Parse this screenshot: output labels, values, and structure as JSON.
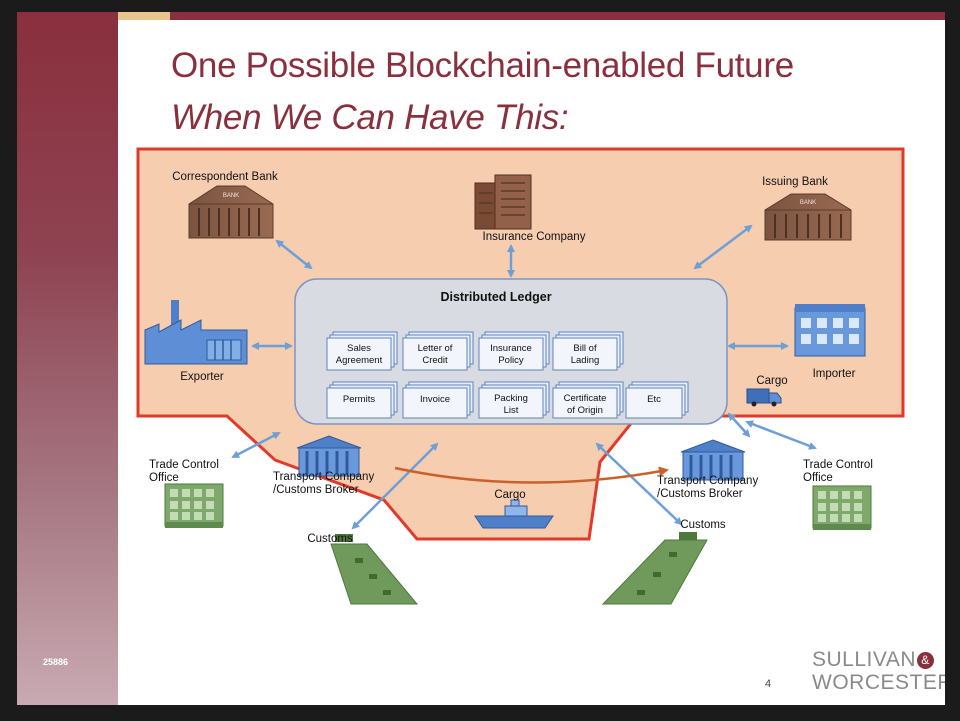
{
  "slide": {
    "id": "25886",
    "title": "One Possible Blockchain-enabled Future",
    "subtitle": "When We Can Have This:",
    "page_number": "4",
    "logo_line1": "SULLIVAN",
    "logo_amp": "&",
    "logo_line2": "WORCESTER"
  },
  "colors": {
    "brand": "#8a2f3d",
    "region_fill": "#f7cdb0",
    "region_border": "#e03a2a",
    "ledger_fill": "#d9dbe2",
    "arrow": "#6e9fd6",
    "cargo_arrow": "#c8622a"
  },
  "diagram": {
    "ledger_title": "Distributed Ledger",
    "documents_row1": [
      [
        "Sales",
        "Agreement"
      ],
      [
        "Letter of",
        "Credit"
      ],
      [
        "Insurance",
        "Policy"
      ],
      [
        "Bill of",
        "Lading"
      ]
    ],
    "documents_row2": [
      [
        "Permits"
      ],
      [
        "Invoice"
      ],
      [
        "Packing",
        "List"
      ],
      [
        "Certificate",
        "of Origin"
      ],
      [
        "Etc"
      ]
    ],
    "nodes": {
      "correspondent_bank": "Correspondent Bank",
      "insurance_company": "Insurance Company",
      "issuing_bank": "Issuing Bank",
      "exporter": "Exporter",
      "importer": "Importer",
      "cargo_truck": "Cargo",
      "trade_control_left": [
        "Trade Control",
        "Office"
      ],
      "trade_control_right": [
        "Trade Control",
        "Office"
      ],
      "transport_left": [
        "Transport Company",
        "/Customs Broker"
      ],
      "transport_right": [
        "Transport Company",
        "/Customs Broker"
      ],
      "cargo_ship": "Cargo",
      "customs_left": "Customs",
      "customs_right": "Customs",
      "bank_sign": "BANK"
    },
    "icons": [
      "bank-icon",
      "office-tower-icon",
      "factory-icon",
      "warehouse-icon",
      "truck-icon",
      "building-icon",
      "courthouse-icon",
      "ship-icon",
      "port-icon"
    ]
  }
}
